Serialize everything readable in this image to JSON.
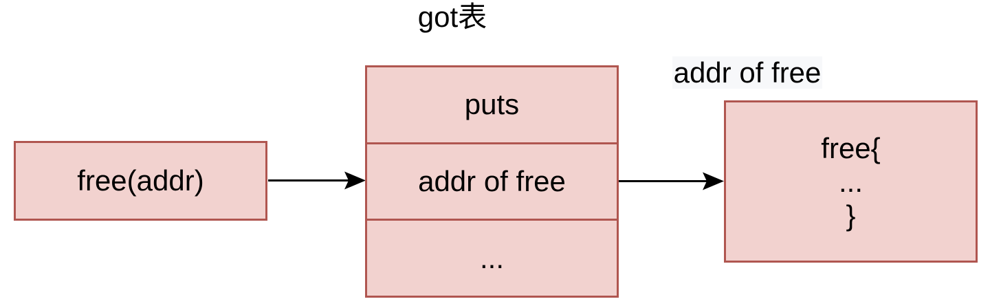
{
  "diagram": {
    "title": "got表",
    "caller_box": {
      "label": "free(addr)"
    },
    "got_table": {
      "rows": [
        "puts",
        "addr of free",
        "..."
      ]
    },
    "arrow_label": "addr of free",
    "free_box": {
      "lines": [
        "free{",
        "...",
        "}"
      ]
    }
  },
  "colors": {
    "background": "#ffffff",
    "text": "#000000",
    "shape_fill": "#f2d2cf",
    "shape_stroke": "#b05650",
    "arrow": "#000000",
    "edge_label_bg": "#f7f8fa"
  }
}
